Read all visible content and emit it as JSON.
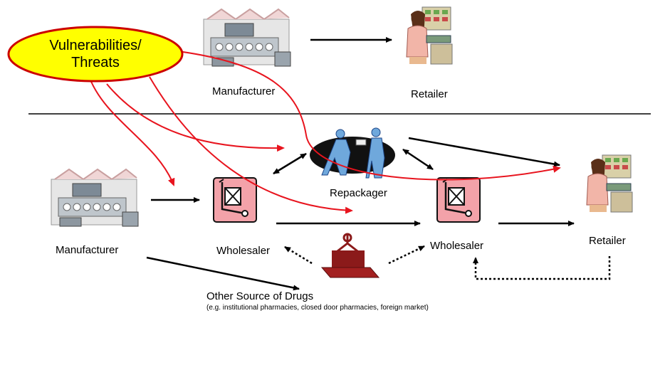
{
  "callout": {
    "line1": "Vulnerabilities/",
    "line2": "Threats"
  },
  "top_chain": {
    "manufacturer_label": "Manufacturer",
    "retailer_label": "Retailer"
  },
  "bottom_chain": {
    "manufacturer_label": "Manufacturer",
    "wholesaler1_label": "Wholesaler",
    "repackager_label": "Repackager",
    "wholesaler2_label": "Wholesaler",
    "retailer_label": "Retailer",
    "other_source_label": "Other Source of Drugs",
    "other_source_note": "(e.g. institutional pharmacies, closed door pharmacies, foreign market)"
  },
  "icons": {
    "manufacturer": "factory-icon",
    "retailer": "pharmacist-icon",
    "wholesaler": "hand-truck-icon",
    "repackager": "handshake-icon",
    "other_source": "crate-hoist-icon"
  },
  "colors": {
    "callout_fill": "#FFFF00",
    "callout_border": "#CC0000",
    "threat_arrow": "#E8141E",
    "wholesaler_fill": "#F3A2A9",
    "crate": "#8B1A1A"
  }
}
